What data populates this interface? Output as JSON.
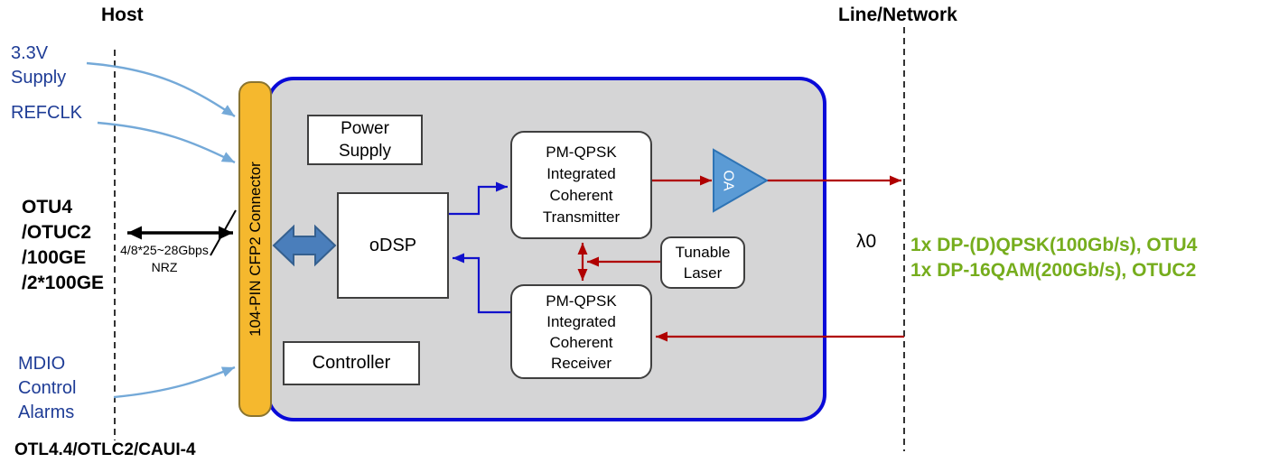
{
  "title_labels": {
    "host": "Host",
    "line_network": "Line/Network"
  },
  "host_side": {
    "supply": "3.3V\nSupply",
    "refclk": "REFCLK",
    "client_signals": "OTU4\n/OTUC2\n/100GE\n/2*100GE",
    "bus_label": "4/8*25~28Gbps\nNRZ",
    "mdio": "MDIO\nControl\nAlarms",
    "interface_label": "OTL4.4/OTLC2/CAUI-4"
  },
  "connector": {
    "label": "104-PIN CFP2 Connector"
  },
  "module": {
    "power_supply": "Power\nSupply",
    "odsp": "oDSP",
    "controller": "Controller",
    "transmitter": "PM-QPSK\nIntegrated\nCoherent\nTransmitter",
    "tunable_laser": "Tunable\nLaser",
    "receiver": "PM-QPSK\nIntegrated\nCoherent\nReceiver",
    "amplifier": "OA"
  },
  "network_side": {
    "wavelength": "λ0",
    "rates": [
      "1x DP-(D)QPSK(100Gb/s), OTU4",
      "1x DP-16QAM(200Gb/s),  OTUC2"
    ]
  },
  "colors": {
    "host_label_blue": "#1e3c96",
    "rate_green": "#76ad1d",
    "module_border_blue": "#0909d8",
    "module_fill_gray": "#d5d5d6",
    "connector_orange": "#f5b82e",
    "signal_red": "#b00000",
    "signal_blue": "#1111cc",
    "curve_light_blue": "#74a9d8",
    "block_arrow_blue": "#4a7ebb",
    "amplifier_blue": "#5b9bd5"
  }
}
